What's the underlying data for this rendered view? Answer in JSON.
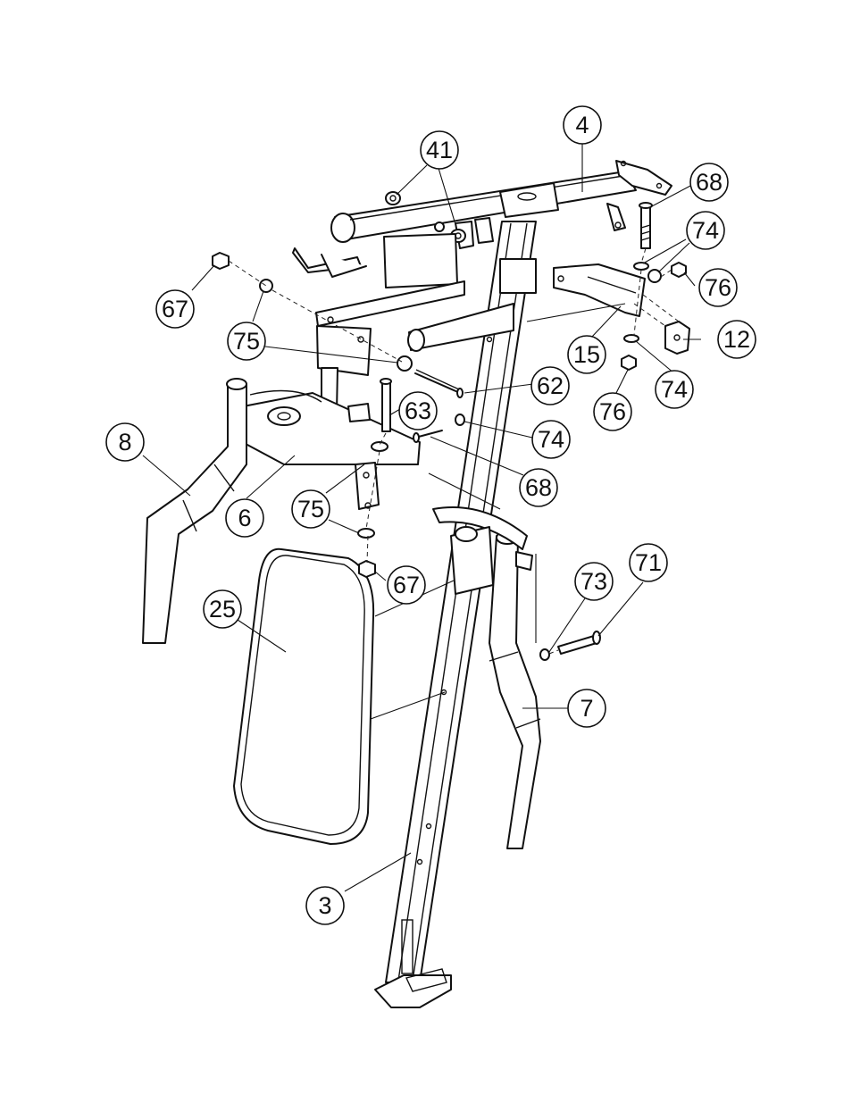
{
  "callouts": [
    {
      "id": "c4",
      "label": "4"
    },
    {
      "id": "c41",
      "label": "41"
    },
    {
      "id": "c68a",
      "label": "68"
    },
    {
      "id": "c74a",
      "label": "74"
    },
    {
      "id": "c76a",
      "label": "76"
    },
    {
      "id": "c67a",
      "label": "67"
    },
    {
      "id": "c75a",
      "label": "75"
    },
    {
      "id": "c15",
      "label": "15"
    },
    {
      "id": "c12",
      "label": "12"
    },
    {
      "id": "c62",
      "label": "62"
    },
    {
      "id": "c63",
      "label": "63"
    },
    {
      "id": "c74b",
      "label": "74"
    },
    {
      "id": "c76b",
      "label": "76"
    },
    {
      "id": "c74c",
      "label": "74"
    },
    {
      "id": "c8",
      "label": "8"
    },
    {
      "id": "c6",
      "label": "6"
    },
    {
      "id": "c68b",
      "label": "68"
    },
    {
      "id": "c75b",
      "label": "75"
    },
    {
      "id": "c67b",
      "label": "67"
    },
    {
      "id": "c25",
      "label": "25"
    },
    {
      "id": "c73",
      "label": "73"
    },
    {
      "id": "c71",
      "label": "71"
    },
    {
      "id": "c7",
      "label": "7"
    },
    {
      "id": "c3",
      "label": "3"
    }
  ]
}
